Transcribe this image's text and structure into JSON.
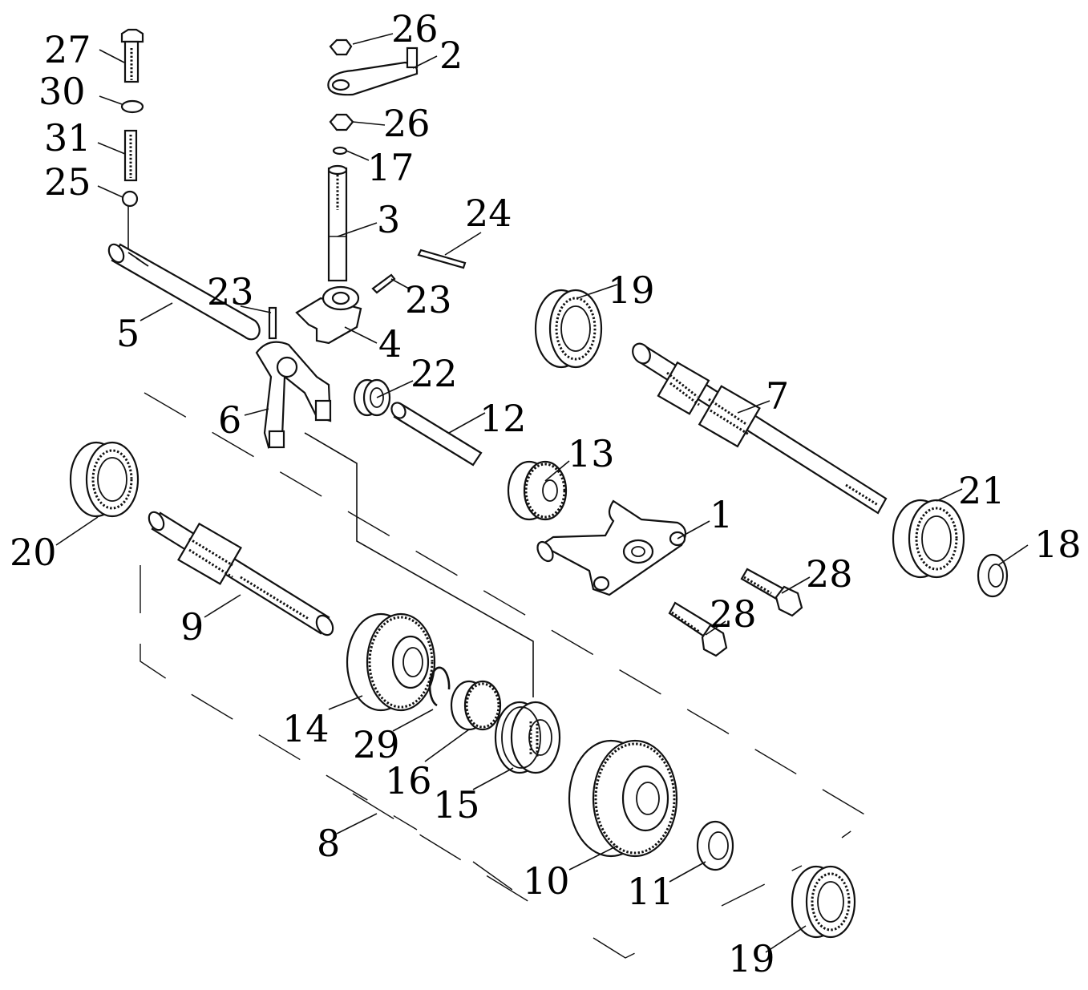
{
  "callouts": [
    {
      "id": "p27",
      "label": "27"
    },
    {
      "id": "p30",
      "label": "30"
    },
    {
      "id": "p31",
      "label": "31"
    },
    {
      "id": "p25",
      "label": "25"
    },
    {
      "id": "p26a",
      "label": "26"
    },
    {
      "id": "p2",
      "label": "2"
    },
    {
      "id": "p26b",
      "label": "26"
    },
    {
      "id": "p17",
      "label": "17"
    },
    {
      "id": "p3",
      "label": "3"
    },
    {
      "id": "p24",
      "label": "24"
    },
    {
      "id": "p23a",
      "label": "23"
    },
    {
      "id": "p23b",
      "label": "23"
    },
    {
      "id": "p5",
      "label": "5"
    },
    {
      "id": "p4",
      "label": "4"
    },
    {
      "id": "p19a",
      "label": "19"
    },
    {
      "id": "p22",
      "label": "22"
    },
    {
      "id": "p6",
      "label": "6"
    },
    {
      "id": "p12",
      "label": "12"
    },
    {
      "id": "p7",
      "label": "7"
    },
    {
      "id": "p13",
      "label": "13"
    },
    {
      "id": "p21",
      "label": "21"
    },
    {
      "id": "p1",
      "label": "1"
    },
    {
      "id": "p18",
      "label": "18"
    },
    {
      "id": "p20",
      "label": "20"
    },
    {
      "id": "p28a",
      "label": "28"
    },
    {
      "id": "p28b",
      "label": "28"
    },
    {
      "id": "p9",
      "label": "9"
    },
    {
      "id": "p14",
      "label": "14"
    },
    {
      "id": "p29",
      "label": "29"
    },
    {
      "id": "p16",
      "label": "16"
    },
    {
      "id": "p15",
      "label": "15"
    },
    {
      "id": "p8",
      "label": "8"
    },
    {
      "id": "p10",
      "label": "10"
    },
    {
      "id": "p11",
      "label": "11"
    },
    {
      "id": "p19b",
      "label": "19"
    }
  ]
}
